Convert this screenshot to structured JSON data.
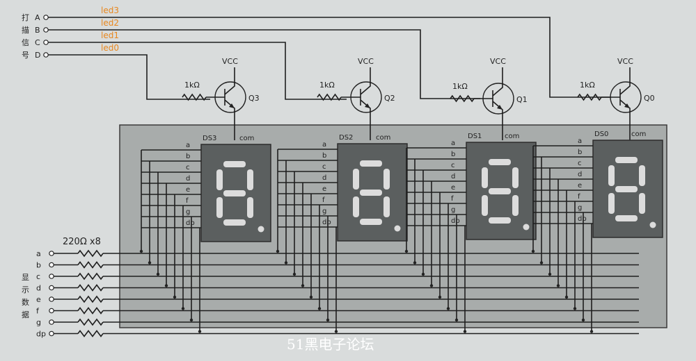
{
  "scan_signals": {
    "side_label_chars": [
      "打",
      "描",
      "信",
      "号"
    ],
    "inputs": [
      {
        "letter": "A",
        "net": "led3"
      },
      {
        "letter": "B",
        "net": "led2"
      },
      {
        "letter": "C",
        "net": "led1"
      },
      {
        "letter": "D",
        "net": "led0"
      }
    ]
  },
  "drivers": [
    {
      "vcc": "VCC",
      "resistor": "1kΩ",
      "transistor": "Q3"
    },
    {
      "vcc": "VCC",
      "resistor": "1kΩ",
      "transistor": "Q2"
    },
    {
      "vcc": "VCC",
      "resistor": "1kΩ",
      "transistor": "Q1"
    },
    {
      "vcc": "VCC",
      "resistor": "1kΩ",
      "transistor": "Q0"
    }
  ],
  "displays": [
    {
      "name": "DS3",
      "common": "com"
    },
    {
      "name": "DS2",
      "common": "com"
    },
    {
      "name": "DS1",
      "common": "com"
    },
    {
      "name": "DS0",
      "common": "com"
    }
  ],
  "segment_pins": [
    "a",
    "b",
    "c",
    "d",
    "e",
    "f",
    "g",
    "dp"
  ],
  "segment_resistors": {
    "label": "220Ω x8"
  },
  "display_data": {
    "side_label_chars": [
      "显",
      "示",
      "数",
      "据"
    ],
    "inputs": [
      "a",
      "b",
      "c",
      "d",
      "e",
      "f",
      "g",
      "dp"
    ]
  },
  "watermark": "51黑电子论坛",
  "colors": {
    "background": "#d9dcdc",
    "board": "#a8acab",
    "display_body": "#5b5f5f",
    "segment_off": "#dcdcdc",
    "label_orange": "#e8871e"
  }
}
